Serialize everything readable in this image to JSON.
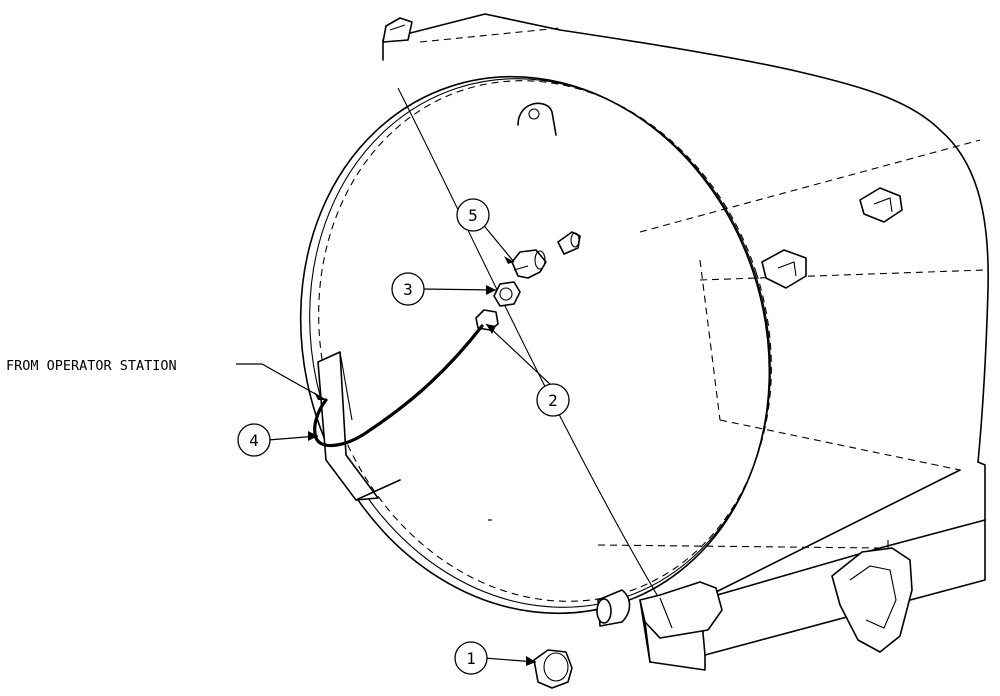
{
  "diagram": {
    "callout_label": "FROM OPERATOR STATION",
    "balloons": [
      {
        "id": "balloon-1",
        "number": "1",
        "part": "cap"
      },
      {
        "id": "balloon-2",
        "number": "2",
        "part": "hose-end-fitting"
      },
      {
        "id": "balloon-3",
        "number": "3",
        "part": "adapter-fitting"
      },
      {
        "id": "balloon-4",
        "number": "4",
        "part": "hose"
      },
      {
        "id": "balloon-5",
        "number": "5",
        "part": "elbow-fitting"
      }
    ]
  }
}
